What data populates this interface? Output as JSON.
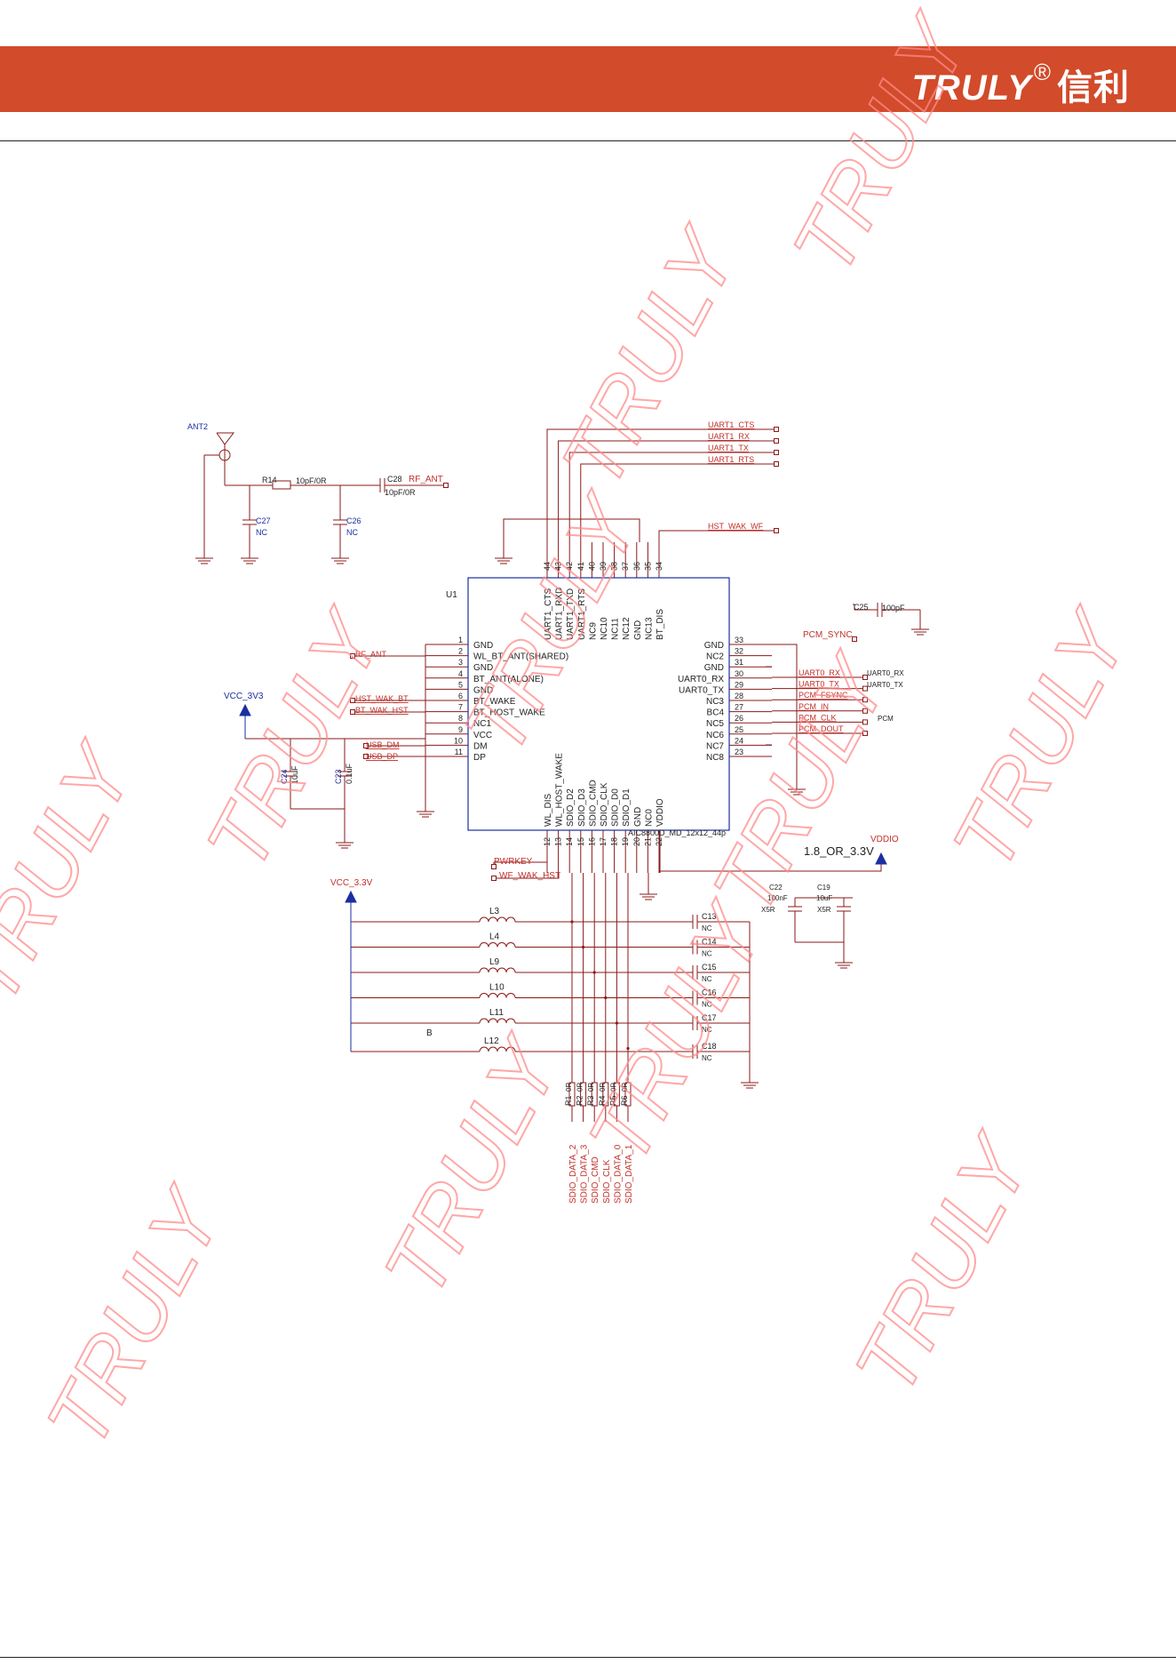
{
  "header": {
    "brand": "TRULY",
    "registered": "®",
    "brand_cn": "信利"
  },
  "watermark": "TRULY",
  "colors": {
    "header_bg": "#d24b2a",
    "net": "#c0302a",
    "power": "#1a2fa0",
    "line": "#8a1a1a",
    "text": "#222222"
  },
  "chip": {
    "ref": "U1",
    "part": "AIC8800D_MD_12x12_44p",
    "left_pins": [
      {
        "n": "1",
        "name": "GND"
      },
      {
        "n": "2",
        "name": "WL_BT_ANT(SHARED)"
      },
      {
        "n": "3",
        "name": "GND"
      },
      {
        "n": "4",
        "name": "BT_ANT(ALONE)"
      },
      {
        "n": "5",
        "name": "GND"
      },
      {
        "n": "6",
        "name": "BT_WAKE"
      },
      {
        "n": "7",
        "name": "BT_HOST_WAKE"
      },
      {
        "n": "8",
        "name": "NC1"
      },
      {
        "n": "9",
        "name": "VCC"
      },
      {
        "n": "10",
        "name": "DM"
      },
      {
        "n": "11",
        "name": "DP"
      }
    ],
    "right_pins": [
      {
        "n": "33",
        "name": "GND"
      },
      {
        "n": "32",
        "name": "NC2"
      },
      {
        "n": "31",
        "name": "GND"
      },
      {
        "n": "30",
        "name": "UART0_RX"
      },
      {
        "n": "29",
        "name": "UART0_TX"
      },
      {
        "n": "28",
        "name": "NC3"
      },
      {
        "n": "27",
        "name": "BC4"
      },
      {
        "n": "26",
        "name": "NC5"
      },
      {
        "n": "25",
        "name": "NC6"
      },
      {
        "n": "24",
        "name": "NC7"
      },
      {
        "n": "23",
        "name": "NC8"
      }
    ],
    "top_pins": [
      {
        "n": "44",
        "name": "UART1_CTS"
      },
      {
        "n": "43",
        "name": "UART1_RXD"
      },
      {
        "n": "42",
        "name": "UART1_TXD"
      },
      {
        "n": "41",
        "name": "UART1_RTS"
      },
      {
        "n": "40",
        "name": "NC9"
      },
      {
        "n": "39",
        "name": "NC10"
      },
      {
        "n": "38",
        "name": "NC11"
      },
      {
        "n": "37",
        "name": "NC12"
      },
      {
        "n": "36",
        "name": "GND"
      },
      {
        "n": "35",
        "name": "NC13"
      },
      {
        "n": "34",
        "name": "BT_DIS"
      }
    ],
    "bottom_pins": [
      {
        "n": "12",
        "name": "WL_DIS"
      },
      {
        "n": "13",
        "name": "WL_HOST_WAKE"
      },
      {
        "n": "14",
        "name": "SDIO_D2"
      },
      {
        "n": "15",
        "name": "SDIO_D3"
      },
      {
        "n": "16",
        "name": "SDIO_CMD"
      },
      {
        "n": "17",
        "name": "SDIO_CLK"
      },
      {
        "n": "18",
        "name": "SDIO_D0"
      },
      {
        "n": "19",
        "name": "SDIO_D1"
      },
      {
        "n": "20",
        "name": "GND"
      },
      {
        "n": "21",
        "name": "NC0"
      },
      {
        "n": "22",
        "name": "VDDIO"
      }
    ]
  },
  "antenna": {
    "ref": "ANT2",
    "r_ref": "R14",
    "r_val": "10pF/0R",
    "c28_ref": "C28",
    "c28_val": "10pF/0R",
    "rf_net": "RF_ANT",
    "c27_ref": "C27",
    "c27_val": "NC",
    "c26_ref": "C26",
    "c26_val": "NC"
  },
  "uart1_nets": [
    "UART1_CTS",
    "UART1_RX",
    "UART1_TX",
    "UART1_RTS"
  ],
  "hst_wak_wf": "HST_WAK_WF",
  "pcm": {
    "c25_ref": "C25",
    "c25_val": "100pF",
    "sync_net": "PCM_SYNC",
    "nets": [
      "UART0_RX",
      "UART0_TX",
      "PCM_FSYNC",
      "PCM_IN",
      "PCM_CLK",
      "PCM_DOUT"
    ],
    "side": [
      "UART0_RX",
      "UART0_TX",
      "PCM"
    ]
  },
  "left_nets": {
    "rf": "RF_ANT",
    "hst_wak_bt": "HST_WAK_BT",
    "bt_wak_hst": "BT_WAK_HST",
    "usb_dm": "USB_DM",
    "usb_dp": "USB_DP"
  },
  "vcc3v3": {
    "label": "VCC_3V3",
    "c24_ref": "C24",
    "c24_val": "10uF",
    "c23_ref": "C23",
    "c23_val": "0.1uF"
  },
  "bottom_nets": {
    "pwrkey": "PWRKEY",
    "wf_wak_hst": "WF_WAK_HST"
  },
  "vddio": {
    "label": "VDDIO",
    "value": "1.8_OR_3.3V",
    "c22_ref": "C22",
    "c22_val": "100nF",
    "c22_type": "X5R",
    "c19_ref": "C19",
    "c19_val": "10uF",
    "c19_type": "X5R"
  },
  "vcc33": {
    "label": "VCC_3.3V"
  },
  "filter": {
    "inductors": [
      "L3",
      "L4",
      "L9",
      "L10",
      "L11",
      "L12"
    ],
    "caps": [
      {
        "ref": "C13",
        "val": "NC"
      },
      {
        "ref": "C14",
        "val": "NC"
      },
      {
        "ref": "C15",
        "val": "NC"
      },
      {
        "ref": "C16",
        "val": "NC"
      },
      {
        "ref": "C17",
        "val": "NC"
      },
      {
        "ref": "C18",
        "val": "NC"
      }
    ],
    "b_label": "B"
  },
  "series_r": {
    "refs": [
      "R1",
      "R2",
      "R3",
      "R4",
      "R5",
      "R6"
    ],
    "val": "0R"
  },
  "sdio_nets": [
    "SDIO_DATA_2",
    "SDIO_DATA_3",
    "SDIO_CMD",
    "SDIO_CLK",
    "SDIO_DATA_0",
    "SDIO_DATA_1"
  ]
}
